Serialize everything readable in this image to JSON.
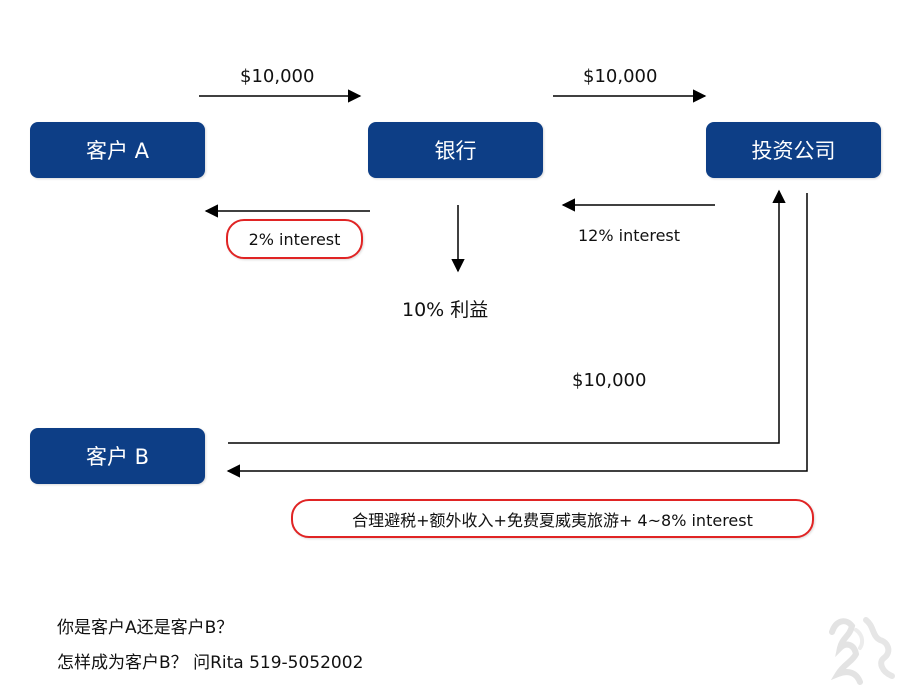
{
  "nodes": {
    "client_a": "客户 A",
    "bank": "银行",
    "investment_company": "投资公司",
    "client_b": "客户 B"
  },
  "flows": {
    "a_to_bank_amount": "$10,000",
    "bank_to_invest_amount": "$10,000",
    "bank_to_a_interest": "2% interest",
    "invest_to_bank_interest": "12% interest",
    "bank_profit": "10% 利益",
    "client_b_amount": "$10,000",
    "client_b_benefits": "合理避税+额外收入+免费夏威夷旅游+ 4~8% interest"
  },
  "questions": {
    "line1": "你是客户A还是客户B？",
    "line2": "怎样成为客户B？ 问Rita 519-5052002"
  },
  "colors": {
    "node_fill": "#0d3e86",
    "highlight_outline": "#e02424"
  }
}
